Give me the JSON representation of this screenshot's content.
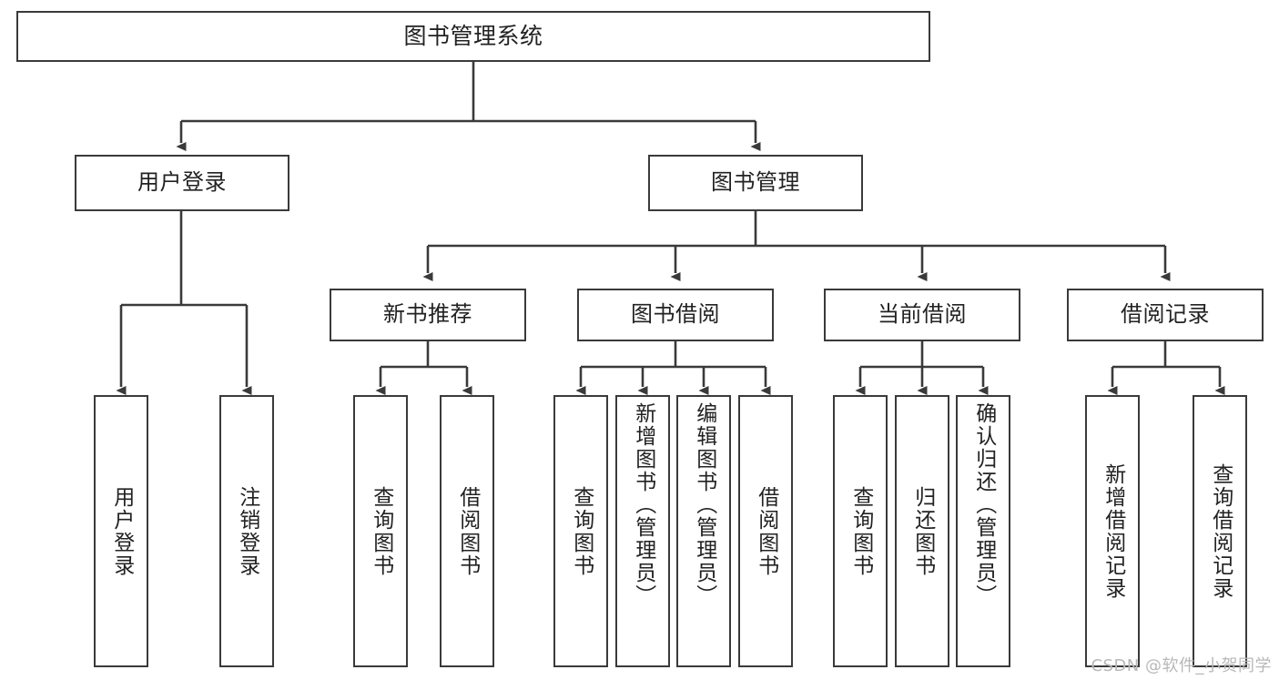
{
  "diagram": {
    "type": "hierarchy-tree",
    "title": "图书管理系统",
    "watermark": "CSDN @软件_小贺同学",
    "colors": {
      "stroke": "#3a3a3a",
      "fill": "#ffffff",
      "text": "#222222",
      "watermark": "#b8b8b8"
    },
    "nodes": {
      "root": {
        "label": "图书管理系统"
      },
      "level2": [
        {
          "id": "user-login",
          "label": "用户登录"
        },
        {
          "id": "book-manage",
          "label": "图书管理"
        }
      ],
      "level3": [
        {
          "id": "new-book-recommend",
          "label": "新书推荐"
        },
        {
          "id": "book-borrow",
          "label": "图书借阅"
        },
        {
          "id": "current-borrow",
          "label": "当前借阅"
        },
        {
          "id": "borrow-record",
          "label": "借阅记录"
        }
      ],
      "leaves": {
        "user-login": [
          {
            "id": "leaf-user-login",
            "label": "用户登录"
          },
          {
            "id": "leaf-logout",
            "label": "注销登录"
          }
        ],
        "new-book-recommend": [
          {
            "id": "leaf-query-book-1",
            "label": "查询图书"
          },
          {
            "id": "leaf-borrow-book-1",
            "label": "借阅图书"
          }
        ],
        "book-borrow": [
          {
            "id": "leaf-query-book-2",
            "label": "查询图书"
          },
          {
            "id": "leaf-add-book",
            "label": "新增图书（管理员）"
          },
          {
            "id": "leaf-edit-book",
            "label": "编辑图书（管理员）"
          },
          {
            "id": "leaf-borrow-book-2",
            "label": "借阅图书"
          }
        ],
        "current-borrow": [
          {
            "id": "leaf-query-book-3",
            "label": "查询图书"
          },
          {
            "id": "leaf-return-book",
            "label": "归还图书"
          },
          {
            "id": "leaf-confirm-return",
            "label": "确认归还（管理员）"
          }
        ],
        "borrow-record": [
          {
            "id": "leaf-add-record",
            "label": "新增借阅记录"
          },
          {
            "id": "leaf-query-record",
            "label": "查询借阅记录"
          }
        ]
      }
    }
  }
}
